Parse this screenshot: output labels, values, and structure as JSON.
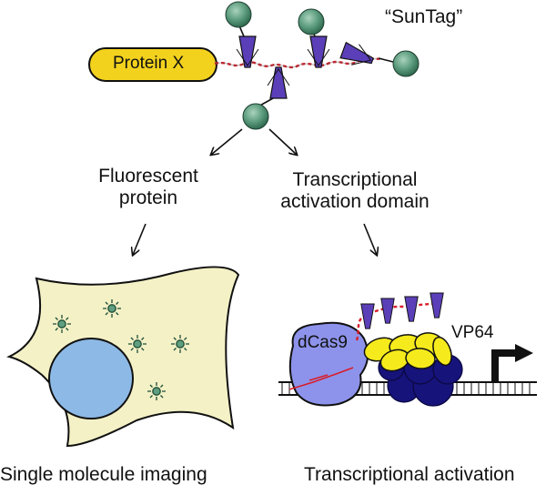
{
  "labels": {
    "suntag": "“SunTag”",
    "protein_x": "Protein X",
    "fluorescent_line1": "Fluorescent",
    "fluorescent_line2": "protein",
    "tad_line1": "Transcriptional",
    "tad_line2": "activation domain",
    "dcas9": "dCas9",
    "vp64": "VP64",
    "caption_left": "Single molecule imaging",
    "caption_right": "Transcriptional activation"
  },
  "colors": {
    "green_ball": "#5f9e80",
    "antibody_purple": "#5b3fb8",
    "linker_red": "#d81e2a",
    "protein_x_yellow": "#f3d21e",
    "cell_fill": "#f4f1c6",
    "nucleus_blue": "#8db9e6",
    "dcas9_blue": "#8d93ea",
    "vp64_yellow": "#f5ea1c",
    "navy_complex": "#16137a",
    "dna_black": "#111111"
  },
  "icons": [
    "green-ball-icon",
    "antibody-icon",
    "fluorophore-spot-icon",
    "promoter-arrow-icon"
  ]
}
